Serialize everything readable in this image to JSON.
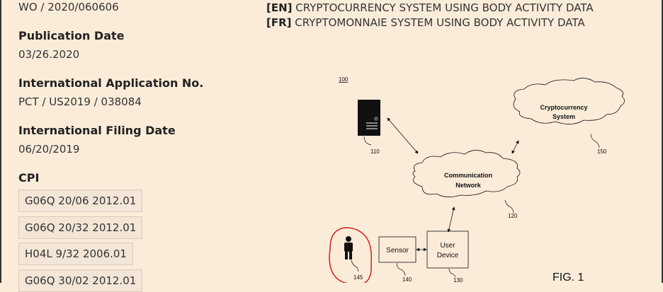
{
  "biblio": {
    "pub_number": "WO / 2020/060606",
    "pub_date_label": "Publication Date",
    "pub_date": "03/26.2020",
    "app_no_label": "International Application No.",
    "app_no": "PCT / US2019 / 038084",
    "filing_date_label": "International Filing Date",
    "filing_date": "06/20/2019",
    "cpi_label": "CPI",
    "cpi_codes": [
      "G06Q 20/06 2012.01",
      "G06Q 20/32 2012.01",
      "H04L 9/32 2006.01",
      "G06Q 30/02 2012.01"
    ]
  },
  "title": {
    "en_tag": "[EN]",
    "en": "CRYPTOCURRENCY SYSTEM USING BODY ACTIVITY DATA",
    "fr_tag": "[FR]",
    "fr": "CRYPTOMONNAIE SYSTEM USING BODY ACTIVITY DATA"
  },
  "drawing": {
    "ref_100": "100",
    "ref_110": "110",
    "crypto_line1": "Cryptocurrency",
    "crypto_line2": "System",
    "ref_150": "150",
    "network_line1": "Communication",
    "network_line2": "Network",
    "ref_120": "120",
    "sensor": "Sensor",
    "device_line1": "User",
    "device_line2": "Device",
    "ref_145": "145",
    "ref_140": "140",
    "ref_130": "130",
    "fig": "FIG. 1",
    "highlight_color": "#d0201f"
  }
}
